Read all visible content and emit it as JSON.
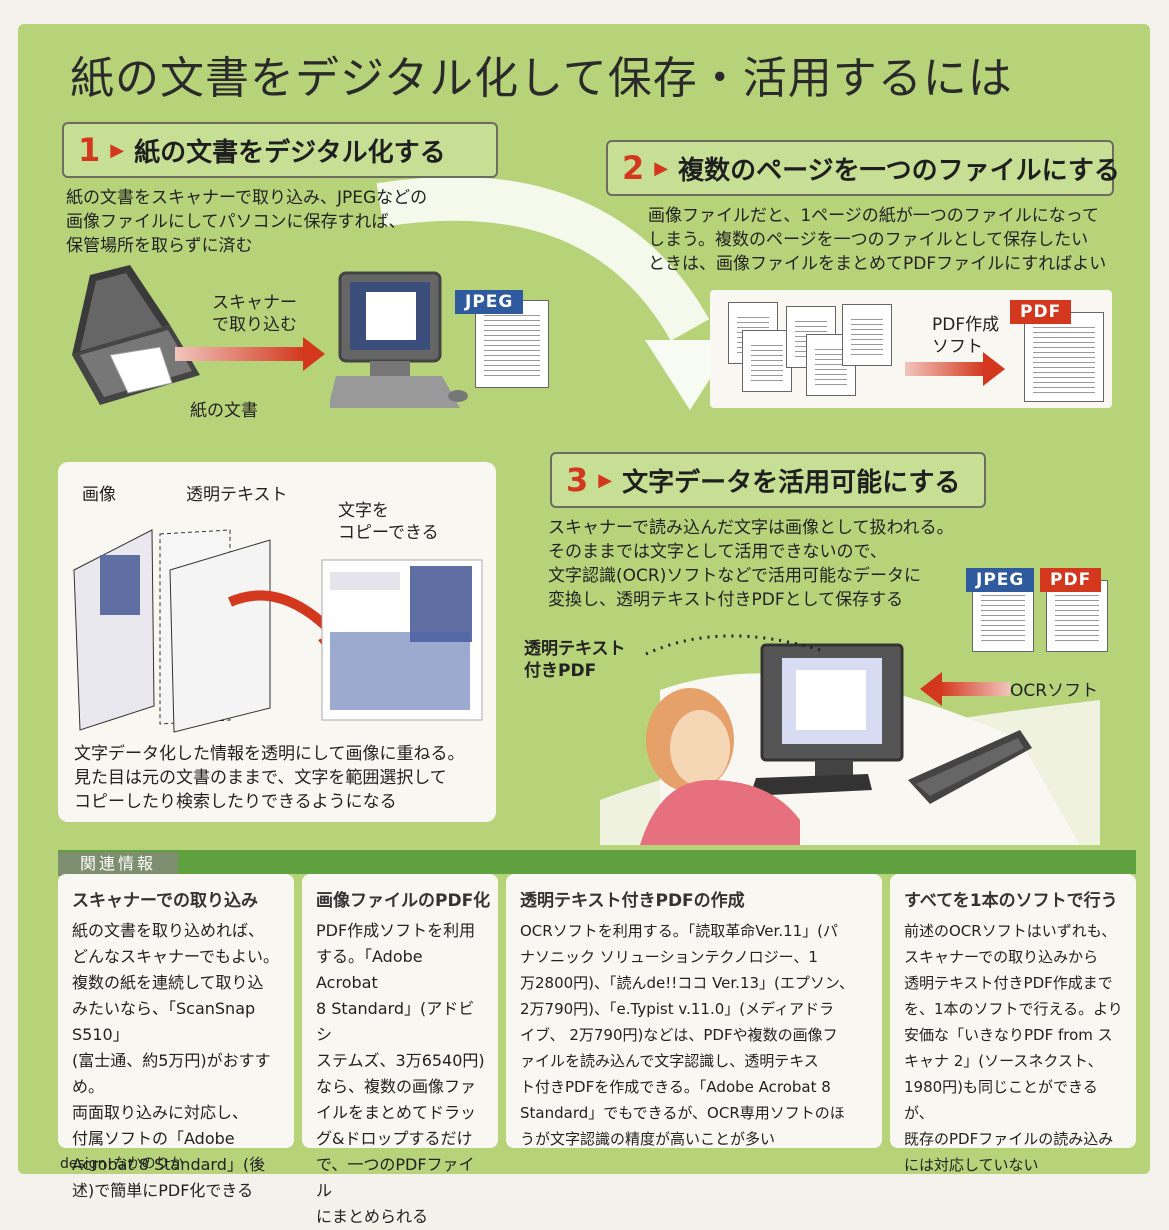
{
  "title": "紙の文書をデジタル化して保存・活用するには",
  "steps": [
    {
      "num": "1",
      "label": "紙の文書をデジタル化する"
    },
    {
      "num": "2",
      "label": "複数のページを一つのファイルにする"
    },
    {
      "num": "3",
      "label": "文字データを活用可能にする"
    }
  ],
  "step1": {
    "desc": "紙の文書をスキャナーで取り込み、JPEGなどの\n画像ファイルにしてパソコンに保存すれば、\n保管場所を取らずに済む",
    "arrow_label": "スキャナー\nで取り込む",
    "paper_label": "紙の文書",
    "jpeg_tag": "JPEG"
  },
  "step2": {
    "desc": "画像ファイルだと、1ページの紙が一つのファイルになって\nしまう。複数のページを一つのファイルとして保存したい\nときは、画像ファイルをまとめてPDFファイルにすればよい",
    "arrow_label": "PDF作成\nソフト",
    "pdf_tag": "PDF"
  },
  "step3": {
    "desc": "スキャナーで読み込んだ文字は画像として扱われる。\nそのままでは文字として活用できないので、\n文字認識(OCR)ソフトなどで活用可能なデータに\n変換し、透明テキスト付きPDFとして保存する",
    "jpeg_tag": "JPEG",
    "pdf_tag": "PDF",
    "ocr_label": "OCRソフト",
    "transparent_pdf_label": "透明テキスト\n付きPDF"
  },
  "panel": {
    "image_label": "画像",
    "text_label": "透明テキスト",
    "copy_label": "文字を\nコピーできる",
    "desc": "文字データ化した情報を透明にして画像に重ねる。\n見た目は元の文書のままで、文字を範囲選択して\nコピーしたり検索したりできるようになる"
  },
  "related": {
    "tab": "関連情報",
    "columns": [
      {
        "title": "スキャナーでの取り込み",
        "text": "紙の文書を取り込めれば、\nどんなスキャナーでもよい。\n複数の紙を連続して取り込\nみたいなら、「ScanSnap S510」\n(富士通、約5万円)がおすすめ。\n両面取り込みに対応し、\n付属ソフトの「Adobe\nAcrobat 8 Standard」(後\n述)で簡単にPDF化できる"
      },
      {
        "title": "画像ファイルのPDF化",
        "text": "PDF作成ソフトを利用\nする。「Adobe Acrobat\n8 Standard」(アドビシ\nステムズ、3万6540円)\nなら、複数の画像ファ\nイルをまとめてドラッ\nグ&ドロップするだけ\nで、一つのPDFファイル\nにまとめられる"
      },
      {
        "title": "透明テキスト付きPDFの作成",
        "text": "OCRソフトを利用する。「読取革命Ver.11」(パ\nナソニック ソリューションテクノロジー、1\n万2800円)、「読んde!!ココ Ver.13」(エプソン、\n2万790円)、「e.Typist v.11.0」(メディアドラ\nイブ、 2万790円)などは、PDFや複数の画像フ\nァイルを読み込んで文字認識し、透明テキス\nト付きPDFを作成できる。「Adobe Acrobat 8\nStandard」でもできるが、OCR専用ソフトのほ\nうが文字認識の精度が高いことが多い"
      },
      {
        "title": "すべてを1本のソフトで行う",
        "text": "前述のOCRソフトはいずれも、\nスキャナーでの取り込みから\n透明テキスト付きPDF作成まで\nを、1本のソフトで行える。より\n安価な「いきなりPDF from ス\nキャナ 2」(ソースネクスト、\n1980円)も同じことができるが、\n既存のPDFファイルの読み込み\nには対応していない"
      }
    ]
  },
  "credit": "design･なかのりか",
  "colors": {
    "accent_red": "#d3371d",
    "green_bg": "#b6d37a",
    "jpeg_blue": "#2f5a9e",
    "related_green": "#5ea13e"
  }
}
